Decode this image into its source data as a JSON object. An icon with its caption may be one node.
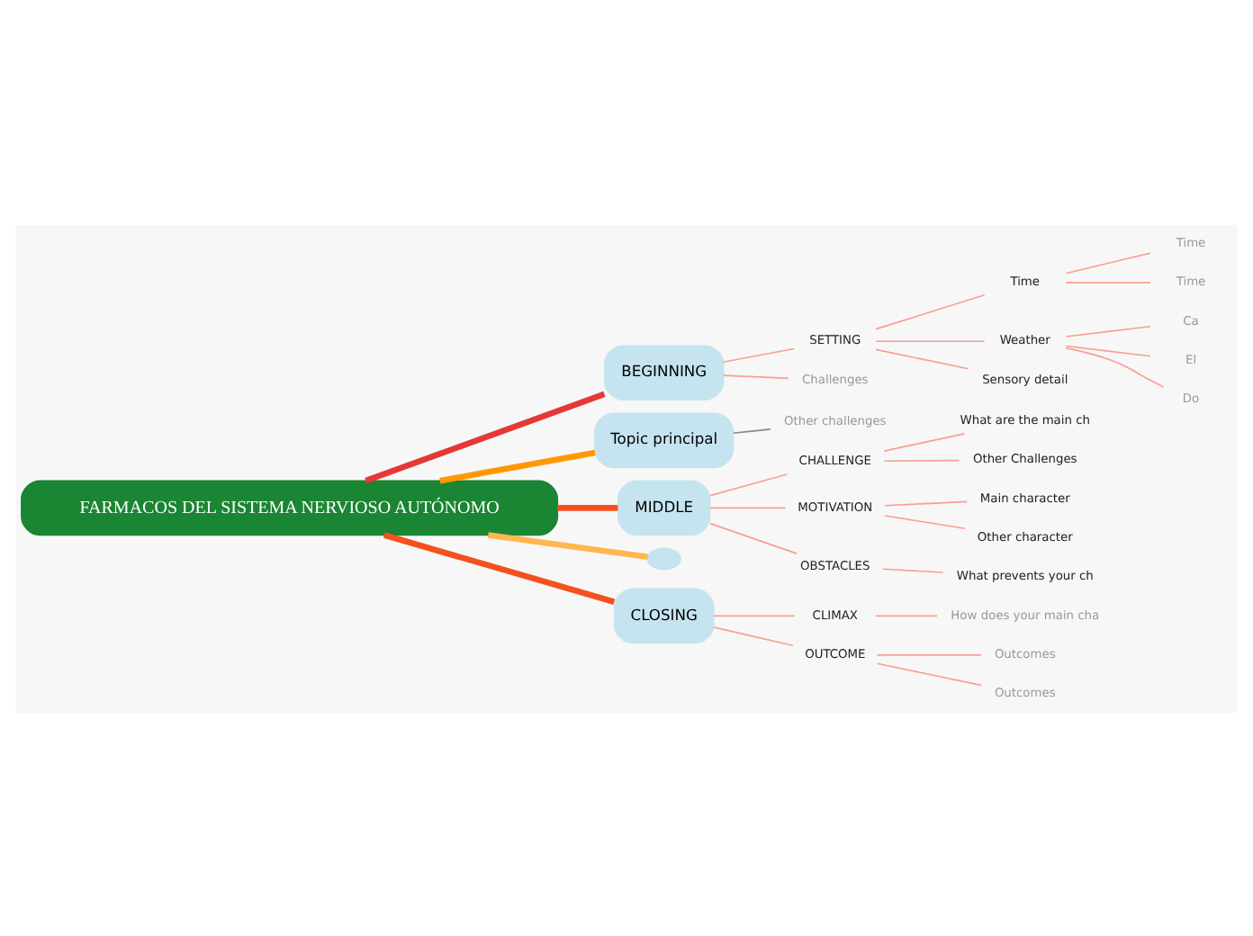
{
  "diagram": {
    "nodes": [
      {
        "text": [
          "FARMACOS DEL SISTEMA NERVIOSO AUTÓNOMO"
        ]
      },
      {
        "text": [
          "BEGINNING"
        ]
      },
      {
        "text": [
          "SETTING"
        ]
      },
      {
        "text": [
          "Time"
        ]
      },
      {
        "text": [
          "Time"
        ]
      },
      {
        "text": [
          "Time"
        ]
      },
      {
        "text": [
          "Weather"
        ]
      },
      {
        "text": [
          "Ca"
        ]
      },
      {
        "text": [
          "El"
        ]
      },
      {
        "text": [
          "Do"
        ]
      },
      {
        "text": [
          "Sensory detail"
        ]
      },
      {
        "text": [
          "Challenges"
        ]
      },
      {
        "text": [
          "Topic principal"
        ]
      },
      {
        "text": [
          "Other challenges"
        ]
      },
      {
        "text": [
          "MIDDLE"
        ]
      },
      {
        "text": [
          "CHALLENGE"
        ]
      },
      {
        "text": [
          "What are the main ch"
        ]
      },
      {
        "text": [
          "Other Challenges"
        ]
      },
      {
        "text": [
          "MOTIVATION"
        ]
      },
      {
        "text": [
          "Main character"
        ]
      },
      {
        "text": [
          "Other character"
        ]
      },
      {
        "text": [
          "OBSTACLES"
        ]
      },
      {
        "text": [
          "What prevents your ch"
        ]
      },
      {
        "text": [],
        "shape": "oval"
      },
      {
        "text": [
          "CLOSING"
        ]
      },
      {
        "text": [
          "CLIMAX"
        ]
      },
      {
        "text": [
          "How does your main cha"
        ]
      },
      {
        "text": [
          "OUTCOME"
        ]
      },
      {
        "text": [
          "Outcomes"
        ]
      },
      {
        "text": [
          "Outcomes"
        ]
      }
    ],
    "edges": [
      {
        "from": 0,
        "to": 1,
        "arrow": "none",
        "style": "thick",
        "color": "#e53935"
      },
      {
        "from": 1,
        "to": 2,
        "arrow": "none"
      },
      {
        "from": 2,
        "to": 3,
        "arrow": "none"
      },
      {
        "from": 3,
        "to": 4,
        "arrow": "none"
      },
      {
        "from": 3,
        "to": 5,
        "arrow": "none"
      },
      {
        "from": 2,
        "to": 6,
        "arrow": "none"
      },
      {
        "from": 6,
        "to": 7,
        "arrow": "none"
      },
      {
        "from": 6,
        "to": 8,
        "arrow": "none"
      },
      {
        "from": 6,
        "to": 9,
        "arrow": "none"
      },
      {
        "from": 2,
        "to": 10,
        "arrow": "none"
      },
      {
        "from": 1,
        "to": 11,
        "arrow": "none"
      },
      {
        "from": 0,
        "to": 12,
        "arrow": "none",
        "style": "thick",
        "color": "#ff9800"
      },
      {
        "from": 12,
        "to": 13,
        "arrow": "none",
        "color": "#888888"
      },
      {
        "from": 0,
        "to": 14,
        "arrow": "none",
        "style": "thick",
        "color": "#f4511e"
      },
      {
        "from": 14,
        "to": 15,
        "arrow": "none"
      },
      {
        "from": 15,
        "to": 16,
        "arrow": "none"
      },
      {
        "from": 15,
        "to": 17,
        "arrow": "none"
      },
      {
        "from": 14,
        "to": 18,
        "arrow": "none"
      },
      {
        "from": 18,
        "to": 19,
        "arrow": "none"
      },
      {
        "from": 18,
        "to": 20,
        "arrow": "none"
      },
      {
        "from": 14,
        "to": 21,
        "arrow": "none"
      },
      {
        "from": 21,
        "to": 22,
        "arrow": "none"
      },
      {
        "from": 0,
        "to": 23,
        "arrow": "none",
        "style": "thick",
        "color": "#ffb74d"
      },
      {
        "from": 0,
        "to": 24,
        "arrow": "none",
        "style": "thick",
        "color": "#f4511e"
      },
      {
        "from": 24,
        "to": 25,
        "arrow": "none"
      },
      {
        "from": 25,
        "to": 26,
        "arrow": "none"
      },
      {
        "from": 24,
        "to": 27,
        "arrow": "none"
      },
      {
        "from": 27,
        "to": 28,
        "arrow": "none"
      },
      {
        "from": 27,
        "to": 29,
        "arrow": "none"
      }
    ]
  }
}
